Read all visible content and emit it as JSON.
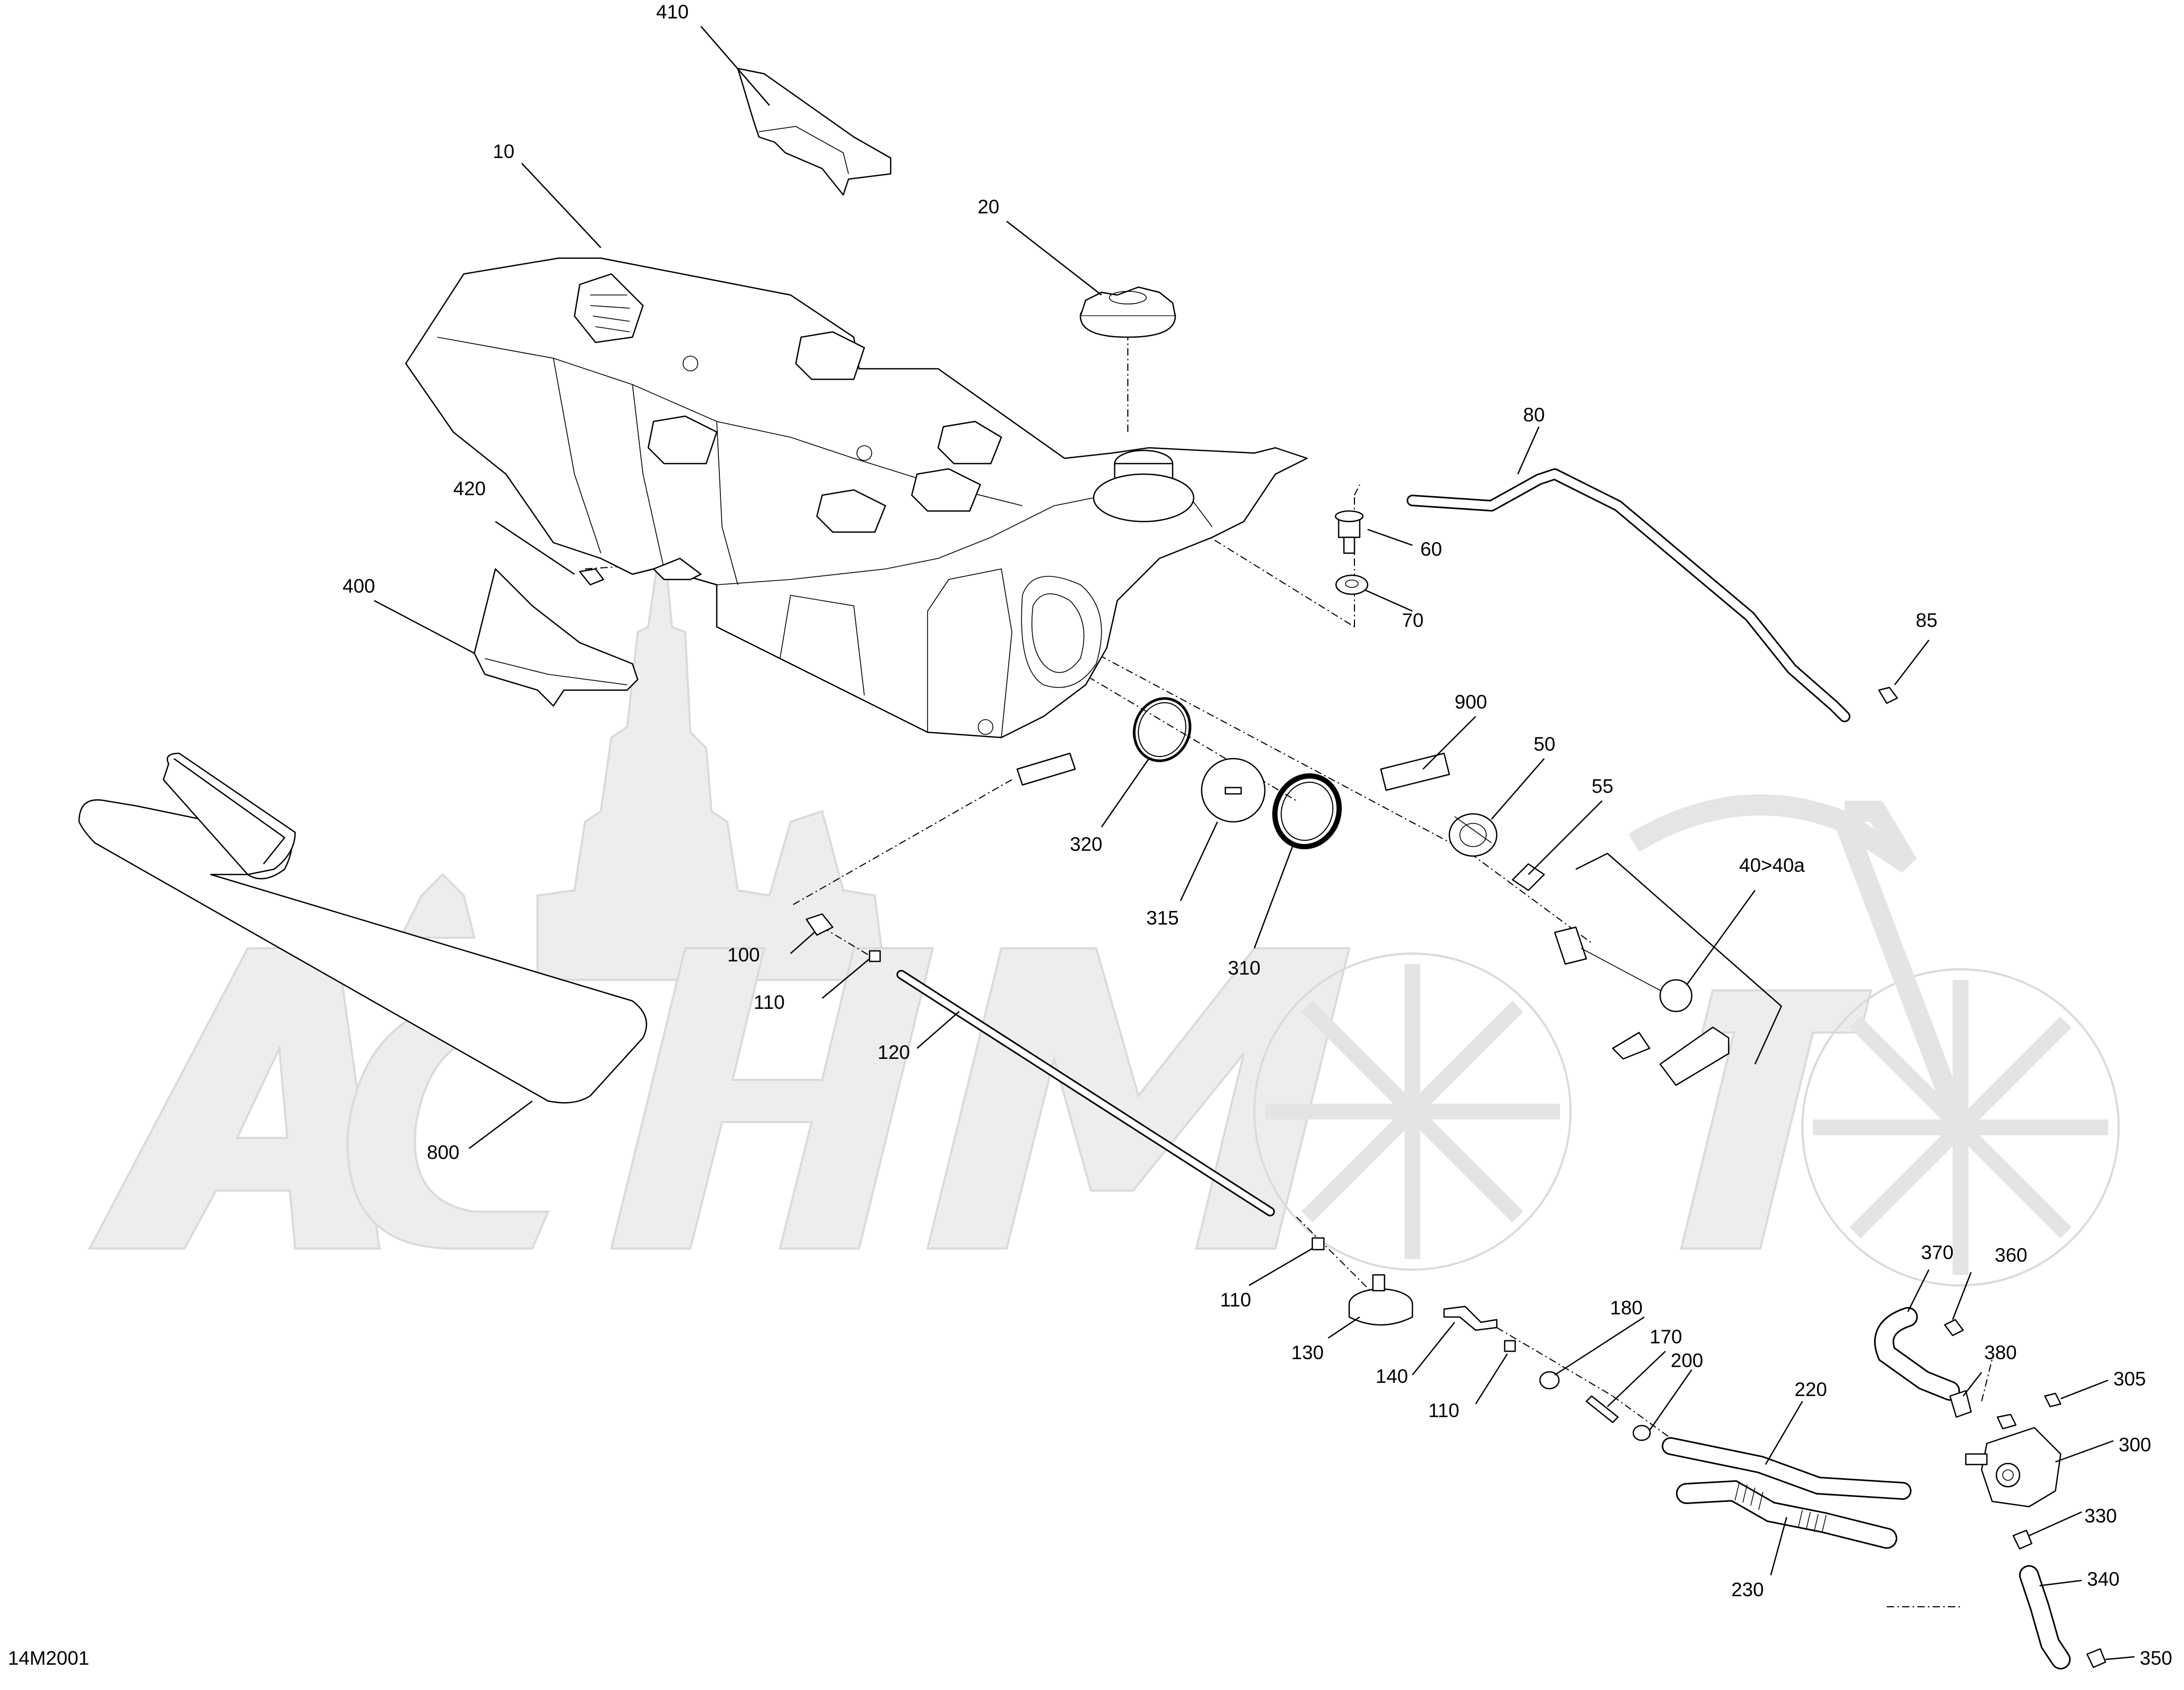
{
  "diagram_code": "14M2001",
  "watermark_text": "AchMoto",
  "callouts": [
    {
      "id": "c-410",
      "label": "410"
    },
    {
      "id": "c-10",
      "label": "10"
    },
    {
      "id": "c-20",
      "label": "20"
    },
    {
      "id": "c-80",
      "label": "80"
    },
    {
      "id": "c-60",
      "label": "60"
    },
    {
      "id": "c-70",
      "label": "70"
    },
    {
      "id": "c-85",
      "label": "85"
    },
    {
      "id": "c-420",
      "label": "420"
    },
    {
      "id": "c-400",
      "label": "400"
    },
    {
      "id": "c-900",
      "label": "900"
    },
    {
      "id": "c-50",
      "label": "50"
    },
    {
      "id": "c-55",
      "label": "55"
    },
    {
      "id": "c-40",
      "label": "40>40a"
    },
    {
      "id": "c-320",
      "label": "320"
    },
    {
      "id": "c-315",
      "label": "315"
    },
    {
      "id": "c-310",
      "label": "310"
    },
    {
      "id": "c-100",
      "label": "100"
    },
    {
      "id": "c-110a",
      "label": "110"
    },
    {
      "id": "c-120",
      "label": "120"
    },
    {
      "id": "c-800",
      "label": "800"
    },
    {
      "id": "c-110b",
      "label": "110"
    },
    {
      "id": "c-130",
      "label": "130"
    },
    {
      "id": "c-140",
      "label": "140"
    },
    {
      "id": "c-110c",
      "label": "110"
    },
    {
      "id": "c-180",
      "label": "180"
    },
    {
      "id": "c-170",
      "label": "170"
    },
    {
      "id": "c-200",
      "label": "200"
    },
    {
      "id": "c-220",
      "label": "220"
    },
    {
      "id": "c-230",
      "label": "230"
    },
    {
      "id": "c-370",
      "label": "370"
    },
    {
      "id": "c-360",
      "label": "360"
    },
    {
      "id": "c-380",
      "label": "380"
    },
    {
      "id": "c-305",
      "label": "305"
    },
    {
      "id": "c-300",
      "label": "300"
    },
    {
      "id": "c-330",
      "label": "330"
    },
    {
      "id": "c-340",
      "label": "340"
    },
    {
      "id": "c-350",
      "label": "350"
    }
  ]
}
